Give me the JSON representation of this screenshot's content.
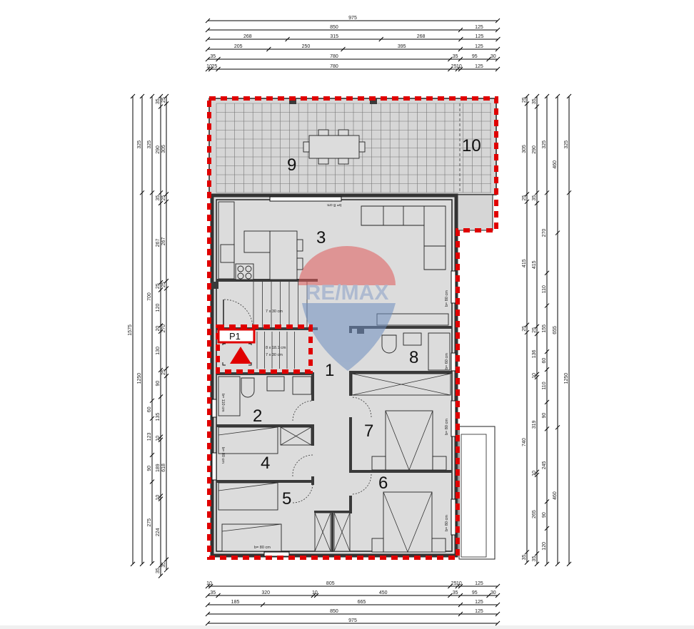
{
  "plan": {
    "rooms": [
      {
        "label": "9"
      },
      {
        "label": "10"
      },
      {
        "label": "3"
      },
      {
        "label": "1"
      },
      {
        "label": "8"
      },
      {
        "label": "2"
      },
      {
        "label": "7"
      },
      {
        "label": "4"
      },
      {
        "label": "6"
      },
      {
        "label": "5"
      }
    ],
    "notes": {
      "stairs_upper": "7 x 30 cm",
      "stairs_lower_1": "8 x 18.1 cm",
      "stairs_lower_2": "7 x 30 cm",
      "window_top": "b= 8 cm",
      "window_right_3": "b= 80 cm",
      "window_right_8": "b= 60 cm",
      "window_left_2": "b= 110 cm",
      "window_left_4": "b= 80 cm",
      "window_right_7": "b= 80 cm",
      "window_right_6": "b= 80 cm",
      "window_bottom_5": "b= 80 cm"
    },
    "marker": {
      "label": "P1",
      "icon": "triangle-up-icon",
      "color": "#e00000"
    },
    "watermark": {
      "text": "RE/MAX",
      "red": "#e05a5a",
      "blue": "#6f8fc0"
    },
    "colors": {
      "outline": "#e00000",
      "floor": "#dcdcdc",
      "wall": "#3a3a3a"
    }
  },
  "dimensions": {
    "top": [
      [
        "975"
      ],
      [
        "850",
        "125"
      ],
      [
        "268",
        "315",
        "268",
        "125"
      ],
      [
        "205",
        "250",
        "395",
        "125"
      ],
      [
        "35",
        "780",
        "35",
        "95",
        "30"
      ],
      [
        "10",
        "25",
        "780",
        "25",
        "10",
        "125"
      ]
    ],
    "bottom": [
      [
        "10",
        "805",
        "25",
        "10",
        "125"
      ],
      [
        "35",
        "320",
        "10",
        "450",
        "35",
        "95",
        "30"
      ],
      [
        "185",
        "665",
        "125"
      ],
      [
        "850",
        "125"
      ],
      [
        "975"
      ]
    ],
    "left": [
      [
        "1575"
      ],
      [
        "325",
        "1250"
      ],
      [
        "325",
        "700",
        "60",
        "123",
        "90",
        "275"
      ],
      [
        "35",
        "290",
        "35",
        "267",
        "25",
        "120",
        "20",
        "130",
        "90",
        "135",
        "10",
        "189",
        "10",
        "224",
        "35"
      ],
      [
        "25",
        "305",
        "25",
        "267",
        "25",
        "270",
        "25",
        "618",
        "35"
      ]
    ],
    "right": [
      [
        "25",
        "305",
        "25",
        "415",
        "25",
        "740",
        "35"
      ],
      [
        "35",
        "290",
        "35",
        "415",
        "25",
        "136",
        "10",
        "319",
        "10",
        "265",
        "35"
      ],
      [
        "325",
        "270",
        "110",
        "155",
        "60",
        "110",
        "90",
        "245",
        "90",
        "120"
      ],
      [
        "460",
        "655",
        "460"
      ],
      [
        "325",
        "1250"
      ]
    ]
  }
}
